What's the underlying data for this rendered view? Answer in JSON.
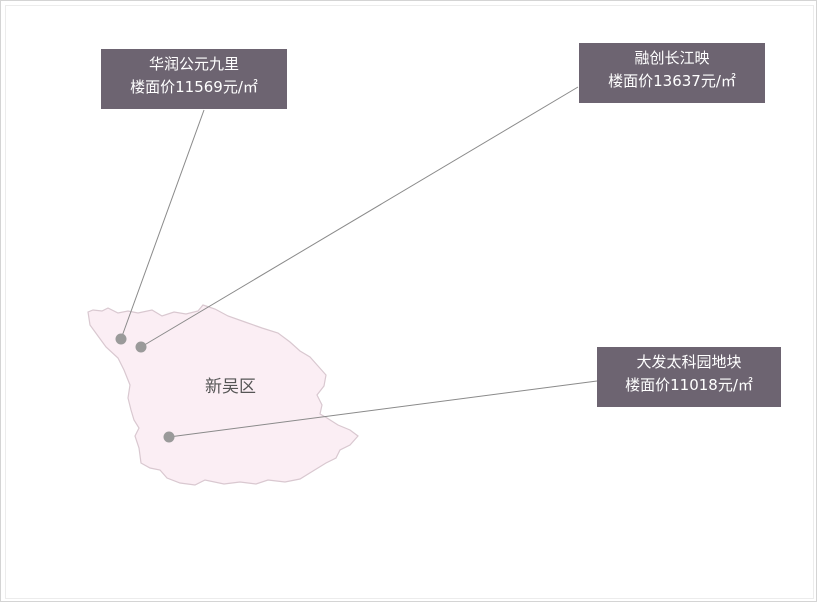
{
  "district": {
    "name": "新吴区",
    "fill_color": "#fbeef4",
    "border_color": "#d9c8d0"
  },
  "projects": [
    {
      "name": "华润公元九里",
      "price": "楼面价11569元/㎡"
    },
    {
      "name": "融创长江映",
      "price": "楼面价13637元/㎡"
    },
    {
      "name": "大发太科园地块",
      "price": "楼面价11018元/㎡"
    }
  ],
  "colors": {
    "label_bg": "#6d6471",
    "label_text": "#ffffff",
    "marker": "#9a9a9a",
    "leader_line": "#8a8a8a"
  }
}
